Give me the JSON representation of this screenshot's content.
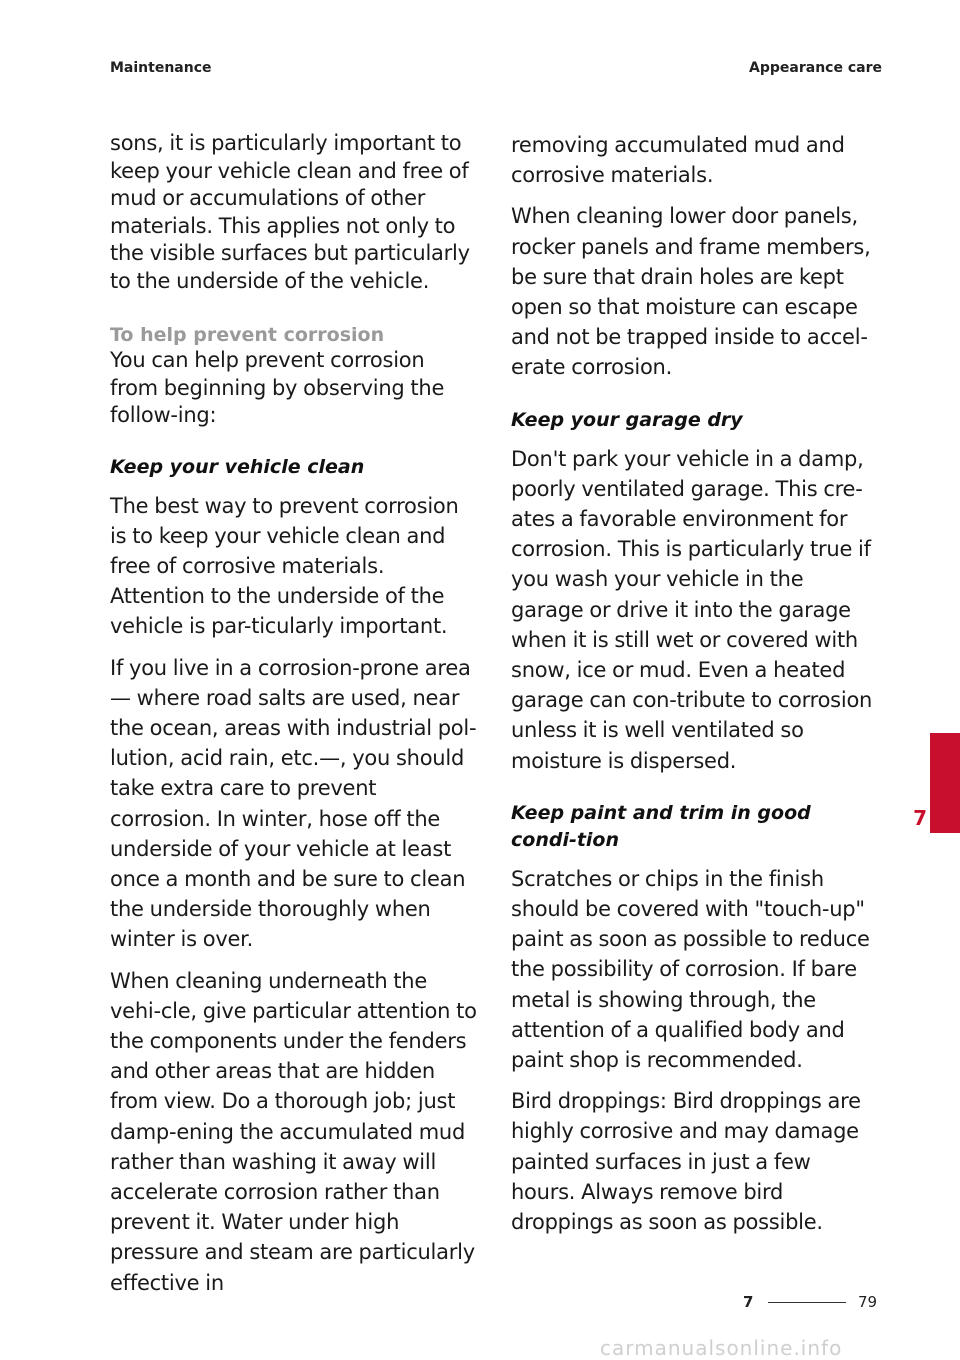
{
  "header": {
    "left": "Maintenance",
    "right": "Appearance care"
  },
  "left_column": {
    "p1": "sons, it is particularly important to keep your vehicle clean and free of mud or accumulations of other materials. This applies not only to the visible surfaces but particularly to the underside of the vehicle.",
    "subheading": "To help prevent corrosion",
    "p2": "You can help prevent corrosion from beginning by observing the follow-ing:",
    "heading": "Keep your vehicle clean",
    "p3": "The best way to prevent corrosion is to keep your vehicle clean and free of corrosive materials. Attention to the underside of the vehicle is par-ticularly important.",
    "p4": "If you live in a corrosion-prone area — where road salts are used, near the ocean, areas with industrial pol-lution, acid rain, etc.—, you should take extra care to prevent corrosion. In winter, hose off the underside of your vehicle at least once a month and be sure to clean the underside thoroughly when winter is over.",
    "p5": "When cleaning underneath the vehi-cle, give particular attention to the components under the fenders and other areas that are hidden from view. Do a thorough job; just damp-ening the accumulated mud rather than washing it away will accelerate corrosion rather than prevent it. Water under high pressure and steam are particularly effective in"
  },
  "right_column": {
    "p1": "removing accumulated mud and corrosive materials.",
    "p2": "When cleaning lower door panels, rocker panels and frame members, be sure that drain holes are kept open so that moisture can escape and not be trapped inside to accel-erate corrosion.",
    "heading1": "Keep your garage dry",
    "p3": "Don't park your vehicle in a damp, poorly ventilated garage. This cre-ates a favorable environment for corrosion. This is particularly true if you wash your vehicle in the garage or drive it into the garage when it is still wet or covered with snow, ice or mud. Even a heated garage can con-tribute to corrosion unless it is well ventilated so moisture is dispersed.",
    "heading2": "Keep paint and trim in good condi-tion",
    "p4": "Scratches or chips in the finish should be covered with \"touch-up\" paint as soon as possible to reduce the possibility of corrosion. If bare metal is showing through, the attention of a qualified body and paint shop is recommended.",
    "p5": "Bird droppings: Bird droppings are highly corrosive and may damage painted surfaces in just a few hours. Always remove bird droppings as soon as possible."
  },
  "chapter_tab": "7",
  "footer": {
    "chapter": "7",
    "page": "79"
  },
  "watermark": "carmanualsonline.info",
  "colors": {
    "accent": "#c8102e",
    "subheading": "#9a9a9a",
    "text": "#1a1a1a"
  }
}
